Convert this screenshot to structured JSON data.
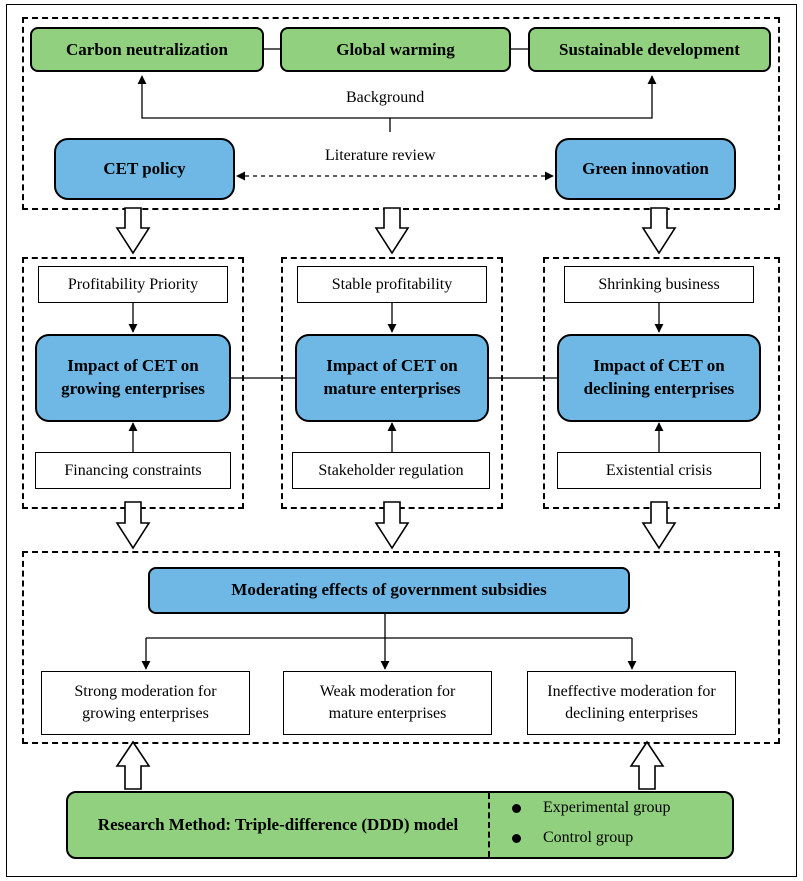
{
  "background_section": {
    "topics": [
      "Carbon neutralization",
      "Global warming",
      "Sustainable development"
    ],
    "background_label": "Background",
    "literature_label": "Literature review",
    "cet_policy": "CET policy",
    "green_innovation": "Green innovation"
  },
  "enterprise_stages": [
    {
      "top": "Profitability Priority",
      "impact": "Impact of CET on growing enterprises",
      "bottom": "Financing constraints"
    },
    {
      "top": "Stable profitability",
      "impact": "Impact of CET on mature enterprises",
      "bottom": "Stakeholder regulation"
    },
    {
      "top": "Shrinking business",
      "impact": "Impact of CET on declining enterprises",
      "bottom": "Existential crisis"
    }
  ],
  "moderation": {
    "title": "Moderating effects of government subsidies",
    "outcomes": [
      "Strong moderation for growing enterprises",
      "Weak moderation for mature enterprises",
      "Ineffective moderation for declining enterprises"
    ]
  },
  "method": {
    "title": "Research Method: Triple-difference (DDD) model",
    "groups": [
      "Experimental group",
      "Control group"
    ]
  },
  "colors": {
    "green": "#90d07e",
    "blue": "#6fb8e6",
    "line": "#000000"
  }
}
